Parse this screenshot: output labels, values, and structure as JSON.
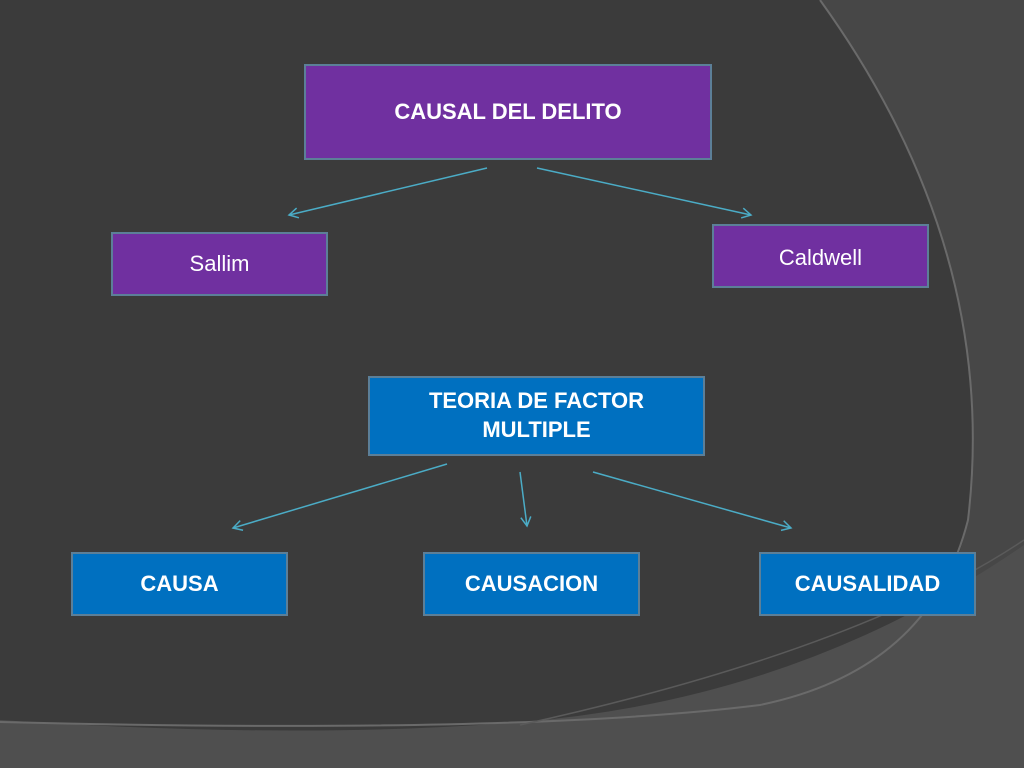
{
  "diagram": {
    "nodes": {
      "causal": "CAUSAL DEL DELITO",
      "sallim": "Sallim",
      "caldwell": "Caldwell",
      "teoria": "TEORIA DE FACTOR MULTIPLE",
      "causa": "CAUSA",
      "causacion": "CAUSACION",
      "causalidad": "CAUSALIDAD"
    },
    "edges": [
      {
        "from": "causal",
        "to": "sallim"
      },
      {
        "from": "causal",
        "to": "caldwell"
      },
      {
        "from": "teoria",
        "to": "causa"
      },
      {
        "from": "teoria",
        "to": "causacion"
      },
      {
        "from": "teoria",
        "to": "causalidad"
      }
    ]
  },
  "colors": {
    "background": "#3a3a3a",
    "background_curves": "#555555",
    "purple_box": "#7030a0",
    "blue_box": "#0070c0",
    "box_border": "#5c7f98",
    "arrow": "#4bacc6",
    "text": "#ffffff"
  }
}
